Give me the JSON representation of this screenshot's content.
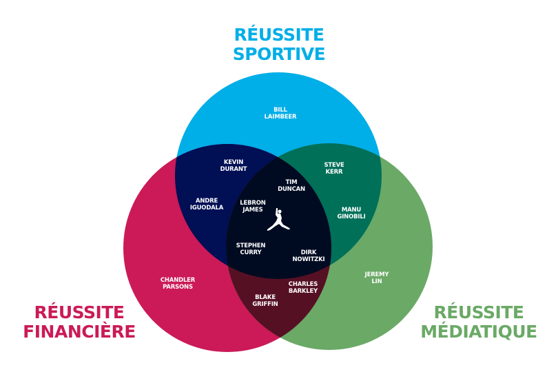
{
  "sets": {
    "sportive": {
      "title_line1": "RÉUSSITE",
      "title_line2": "SPORTIVE",
      "color": "#00aee8"
    },
    "financiere": {
      "title_line1": "RÉUSSITE",
      "title_line2": "FINANCIÈRE",
      "color": "#cb1a57"
    },
    "mediatique": {
      "title_line1": "RÉUSSITE",
      "title_line2": "MÉDIATIQUE",
      "color": "#6aa966"
    }
  },
  "overlap_colors": {
    "sportive_financiere": "#010f55",
    "sportive_mediatique": "#007059",
    "financiere_mediatique": "#561024",
    "all": "#000b22"
  },
  "center_icon": "jumpman-logo-icon",
  "players": [
    {
      "l1": "BILL",
      "l2": "LAIMBEER",
      "region": "sportive"
    },
    {
      "l1": "KEVIN",
      "l2": "DURANT",
      "region": "sportive-financiere"
    },
    {
      "l1": "ANDRE",
      "l2": "IGUODALA",
      "region": "sportive-financiere"
    },
    {
      "l1": "STEVE",
      "l2": "KERR",
      "region": "sportive-mediatique"
    },
    {
      "l1": "MANU",
      "l2": "GINOBILI",
      "region": "sportive-mediatique"
    },
    {
      "l1": "TIM",
      "l2": "DUNCAN",
      "region": "all"
    },
    {
      "l1": "LEBRON",
      "l2": "JAMES",
      "region": "all"
    },
    {
      "l1": "STEPHEN",
      "l2": "CURRY",
      "region": "all"
    },
    {
      "l1": "DIRK",
      "l2": "NOWITZKI",
      "region": "all"
    },
    {
      "l1": "CHANDLER",
      "l2": "PARSONS",
      "region": "financiere"
    },
    {
      "l1": "BLAKE",
      "l2": "GRIFFIN",
      "region": "financiere-mediatique"
    },
    {
      "l1": "CHARLES",
      "l2": "BARKLEY",
      "region": "financiere-mediatique"
    },
    {
      "l1": "JEREMY",
      "l2": "LIN",
      "region": "mediatique"
    }
  ]
}
